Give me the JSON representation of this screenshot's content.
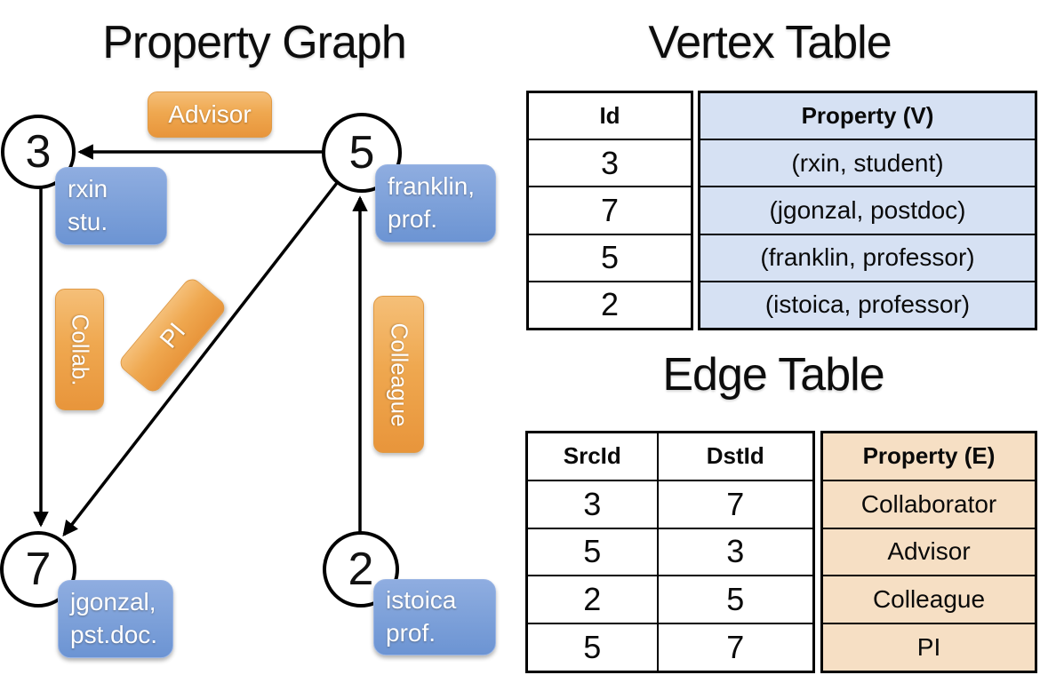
{
  "graph": {
    "title": "Property Graph",
    "nodes": [
      {
        "id": "3",
        "line1": "rxin",
        "line2": "stu."
      },
      {
        "id": "5",
        "line1": "franklin,",
        "line2": "prof."
      },
      {
        "id": "7",
        "line1": "jgonzal,",
        "line2": "pst.doc."
      },
      {
        "id": "2",
        "line1": "istoica",
        "line2": "prof."
      }
    ],
    "edge_labels": {
      "advisor": "Advisor",
      "collab": "Collab.",
      "pi": "PI",
      "colleague": "Colleague"
    }
  },
  "vertex_table": {
    "title": "Vertex Table",
    "columns": {
      "id": "Id",
      "property": "Property (V)"
    },
    "rows": [
      {
        "id": "3",
        "property": "(rxin, student)"
      },
      {
        "id": "7",
        "property": "(jgonzal, postdoc)"
      },
      {
        "id": "5",
        "property": "(franklin, professor)"
      },
      {
        "id": "2",
        "property": "(istoica, professor)"
      }
    ]
  },
  "edge_table": {
    "title": "Edge Table",
    "columns": {
      "src": "SrcId",
      "dst": "DstId",
      "property": "Property (E)"
    },
    "rows": [
      {
        "src": "3",
        "dst": "7",
        "property": "Collaborator"
      },
      {
        "src": "5",
        "dst": "3",
        "property": "Advisor"
      },
      {
        "src": "2",
        "dst": "5",
        "property": "Colleague"
      },
      {
        "src": "5",
        "dst": "7",
        "property": "PI"
      }
    ]
  },
  "colors": {
    "vertex_cell_bg": "#d6e1f3",
    "edge_cell_bg": "#f6dfc4",
    "orange_top": "#f5bf78",
    "orange_bottom": "#e8953b",
    "blue_top": "#8fade0",
    "blue_bottom": "#6c94d3",
    "line": "#000000",
    "label_text": "#ffffff"
  }
}
